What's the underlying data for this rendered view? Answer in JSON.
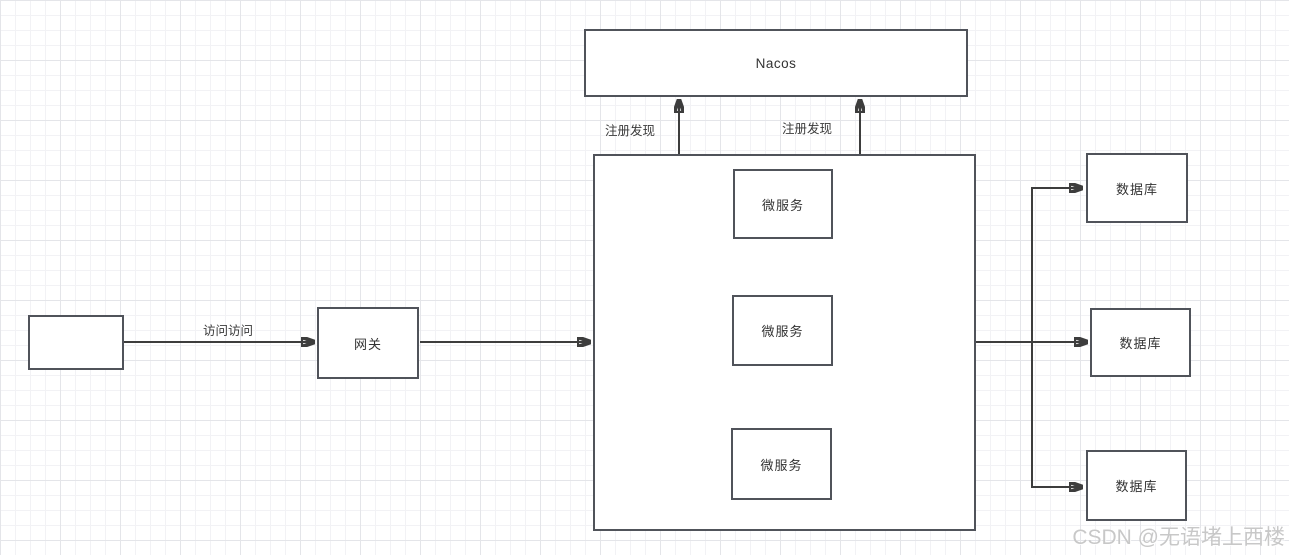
{
  "diagram": {
    "nodes": {
      "client": {
        "label": ""
      },
      "gateway": {
        "label": "网关"
      },
      "nacos": {
        "label": "Nacos"
      },
      "services_container": {
        "label": ""
      },
      "microservice_1": {
        "label": "微服务"
      },
      "microservice_2": {
        "label": "微服务"
      },
      "microservice_3": {
        "label": "微服务"
      },
      "database_1": {
        "label": "数据库"
      },
      "database_2": {
        "label": "数据库"
      },
      "database_3": {
        "label": "数据库"
      }
    },
    "edge_labels": {
      "client_to_gateway": "访问访问",
      "register_discovery_left": "注册发现",
      "register_discovery_right": "注册发现"
    }
  },
  "watermark": {
    "text": "CSDN @无语堵上西楼"
  },
  "colors": {
    "box_border": "#50535a",
    "arrow": "#3d3d3d",
    "text": "#333333",
    "watermark": "#c8c8c8",
    "grid_minor": "#f2f2f5",
    "grid_major": "#e4e5e9",
    "canvas": "#ffffff"
  }
}
